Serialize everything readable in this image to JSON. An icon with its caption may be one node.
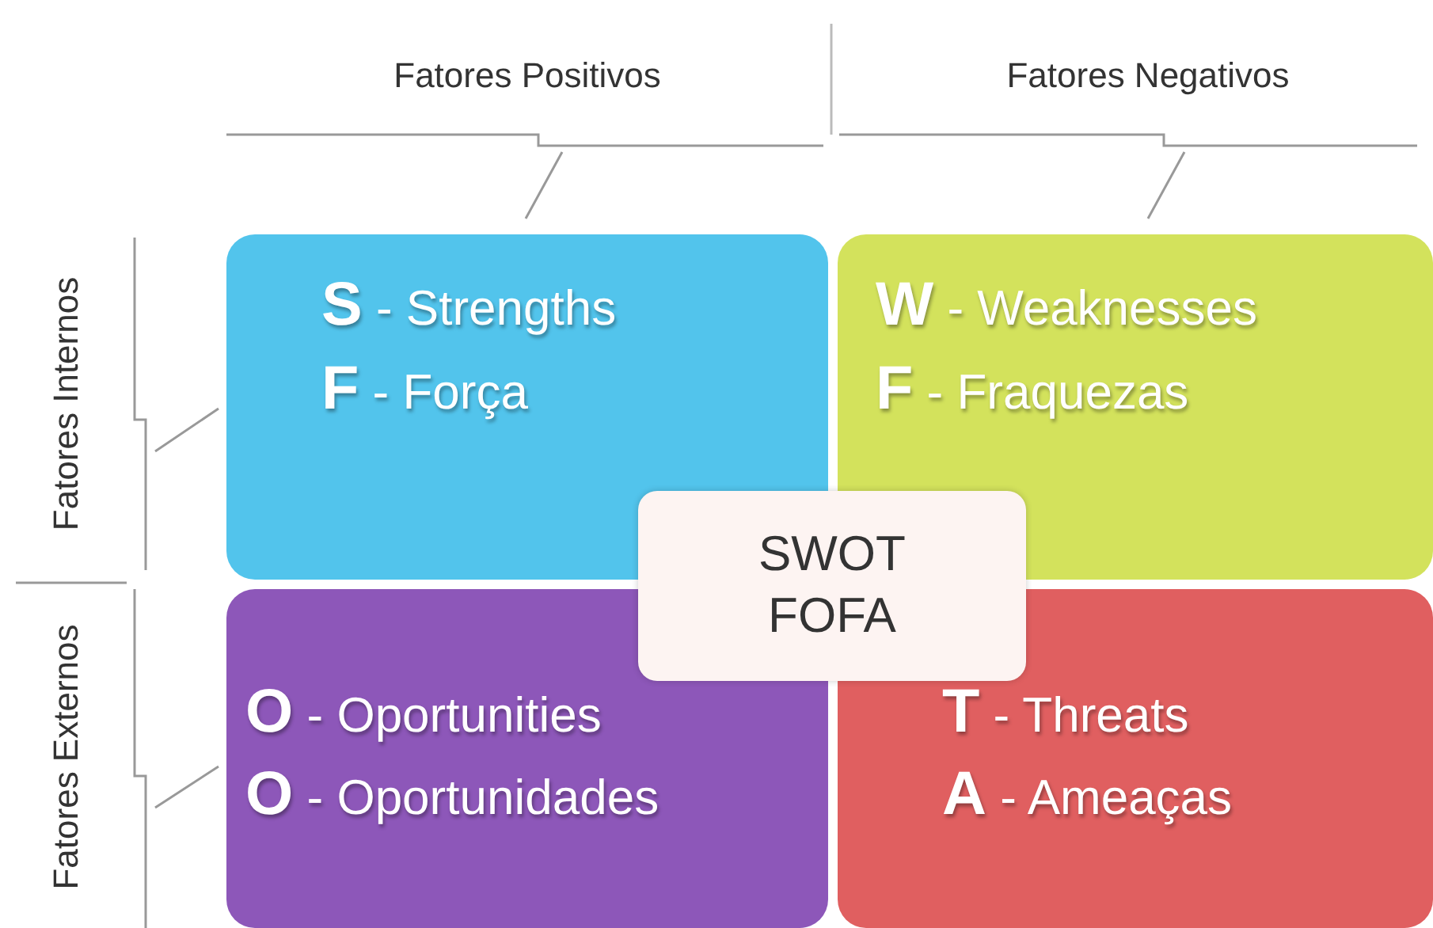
{
  "diagram": {
    "nodes": [
      {
        "text": [
          "**S** - Strengths",
          "**F** - Força"
        ]
      },
      {
        "text": [
          "**W** - Weaknesses",
          "**F** - Fraquezas"
        ]
      },
      {
        "text": [
          "**O** - Oportunities",
          "**O** - Oportunidades"
        ]
      },
      {
        "text": [
          "**T** - Threats",
          "**A** - Ameaças"
        ]
      },
      {
        "text": [
          "SWOT",
          "FOFA"
        ]
      }
    ],
    "labels": [
      "Fatores Positivos",
      "Fatores Negativos",
      "Fatores Internos",
      "Fatores Externos"
    ]
  }
}
